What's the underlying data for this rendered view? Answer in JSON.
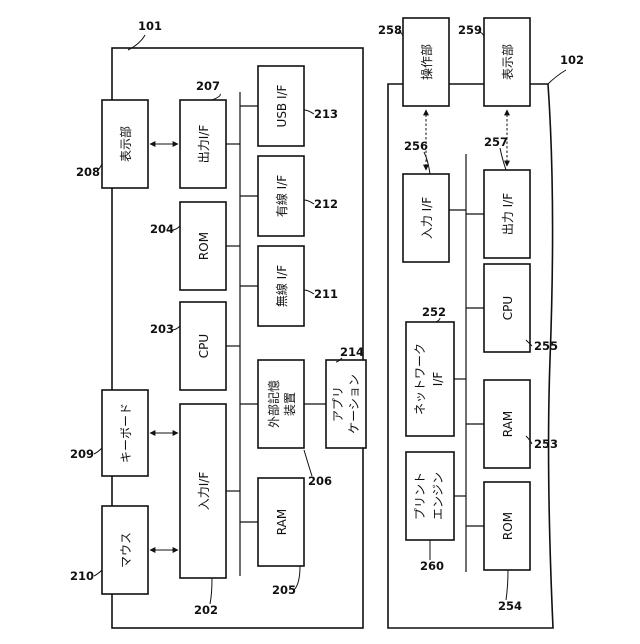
{
  "pc": {
    "ref": "101",
    "display": {
      "label": "表示部",
      "ref": "208"
    },
    "keyboard": {
      "label": "キーボード",
      "ref": "209"
    },
    "mouse": {
      "label": "マウス",
      "ref": "210"
    },
    "output_if": {
      "label": "出力I/F",
      "ref": "207"
    },
    "rom": {
      "label": "ROM",
      "ref": "204"
    },
    "cpu": {
      "label": "CPU",
      "ref": "203"
    },
    "input_if": {
      "label": "入力I/F",
      "ref": "202"
    },
    "usb_if": {
      "label": "USB I/F",
      "ref": "213"
    },
    "wired_if": {
      "label": "有線 I/F",
      "ref": "212"
    },
    "wireless_if": {
      "label": "無線 I/F",
      "ref": "211"
    },
    "ext_storage": {
      "label1": "外部記憶",
      "label2": "装置",
      "ref": "206"
    },
    "application": {
      "label1": "アプリ",
      "label2": "ケーション",
      "ref": "214"
    },
    "ram": {
      "label": "RAM",
      "ref": "205"
    }
  },
  "printer": {
    "ref": "102",
    "operation_unit": {
      "label": "操作部",
      "ref": "258"
    },
    "display_unit": {
      "label": "表示部",
      "ref": "259"
    },
    "input_if": {
      "label": "入力 I/F",
      "ref": "256"
    },
    "output_if": {
      "label": "出力 I/F",
      "ref": "257"
    },
    "cpu": {
      "label": "CPU",
      "ref": "255"
    },
    "network_if": {
      "label1": "ネットワーク",
      "label2": "I/F",
      "ref": "252"
    },
    "ram": {
      "label": "RAM",
      "ref": "253"
    },
    "print_engine": {
      "label1": "プリント",
      "label2": "エンジン",
      "ref": "260"
    },
    "rom": {
      "label": "ROM",
      "ref": "254"
    }
  }
}
